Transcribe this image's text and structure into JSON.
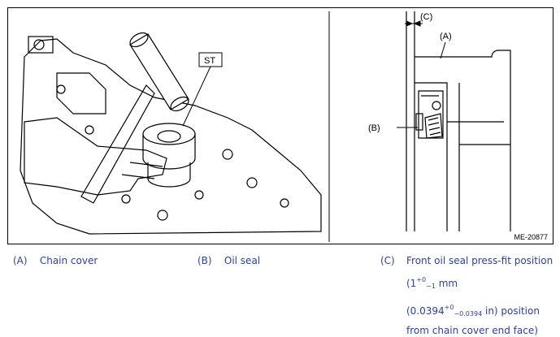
{
  "figure": {
    "st_label": "ST",
    "callout_a": "(A)",
    "callout_b": "(B)",
    "callout_c": "(C)",
    "figure_id": "ME-20877"
  },
  "legend": {
    "a_key": "(A)",
    "a_text": "Chain cover",
    "b_key": "(B)",
    "b_text": "Oil seal",
    "c_key": "(C)",
    "c_text_1": "Front oil seal press-fit position",
    "c_val1_base": "(1",
    "c_val1_plus": "+0",
    "c_val1_minus": "−1",
    "c_val1_unit": " mm",
    "c_val2_base": "(0.0394",
    "c_val2_plus": "+0",
    "c_val2_minus": "−0.0394",
    "c_val2_unit": " in) position",
    "c_text_last": "from chain cover end face)"
  }
}
